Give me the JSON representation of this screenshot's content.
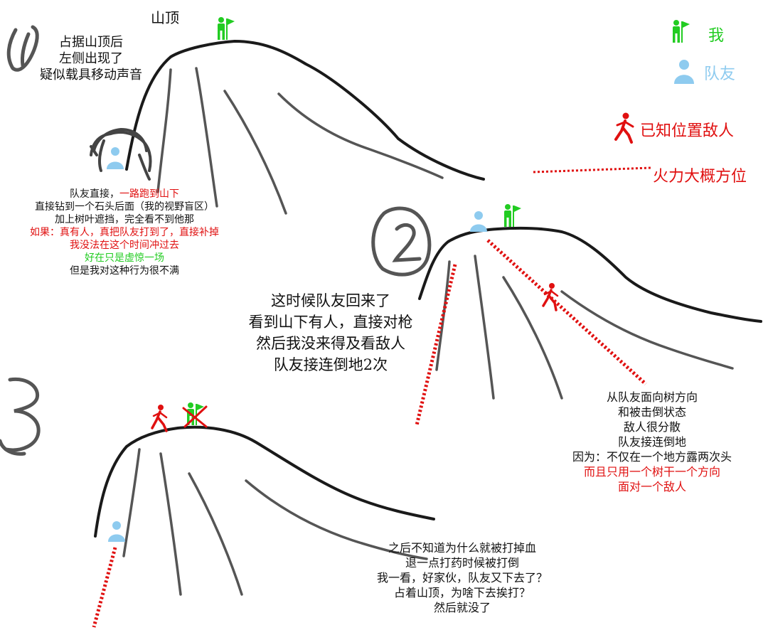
{
  "colors": {
    "me": "#22cc22",
    "teammate": "#8ecbef",
    "enemy": "#e01010",
    "ink": "#1a1a1a",
    "slope": "#555555",
    "numeral": "#555555"
  },
  "legend": {
    "me": "我",
    "teammate": "队友",
    "enemy": "已知位置敌人",
    "fire": "火力大概方位"
  },
  "labels": {
    "summit": "山顶"
  },
  "panel1": {
    "numeral": "1",
    "intro": [
      "占据山顶后",
      "左侧出现了",
      "疑似载具移动声音"
    ],
    "note": [
      {
        "text": "队友直接，",
        "color": "ink"
      },
      {
        "text": "一路跑到山下",
        "color": "enemy"
      }
    ],
    "lines": [
      {
        "text": "直接钻到一个石头后面（我的视野盲区）",
        "color": "ink"
      },
      {
        "text": "加上树叶遮挡，完全看不到他那",
        "color": "ink"
      },
      {
        "text": "如果：真有人，真把队友打到了，直接补掉",
        "color": "enemy"
      },
      {
        "text": "我没法在这个时间冲过去",
        "color": "enemy"
      },
      {
        "text": "好在只是虚惊一场",
        "color": "me"
      },
      {
        "text": "但是我对这种行为很不满",
        "color": "ink"
      }
    ]
  },
  "panel2": {
    "numeral": "2",
    "main": [
      "这时候队友回来了",
      "看到山下有人，直接对枪",
      "然后我没来得及看敌人",
      "队友接连倒地2次"
    ],
    "analysis": [
      {
        "text": "从队友面向树方向",
        "color": "ink"
      },
      {
        "text": "和被击倒状态",
        "color": "ink"
      },
      {
        "text": "敌人很分散",
        "color": "ink"
      },
      {
        "text": "队友接连倒地",
        "color": "ink"
      },
      {
        "text": "因为：不仅在一个地方露两次头",
        "color": "ink"
      },
      {
        "text": "而且只用一个树干一个方向",
        "color": "enemy"
      },
      {
        "text": "面对一个敌人",
        "color": "enemy"
      }
    ]
  },
  "panel3": {
    "numeral": "3",
    "lines": [
      "之后不知道为什么就被打掉血",
      "退一点打药时候被打倒",
      "我一看，好家伙，队友又下去了？",
      "占着山顶，为啥下去挨打？",
      "然后就没了"
    ]
  }
}
